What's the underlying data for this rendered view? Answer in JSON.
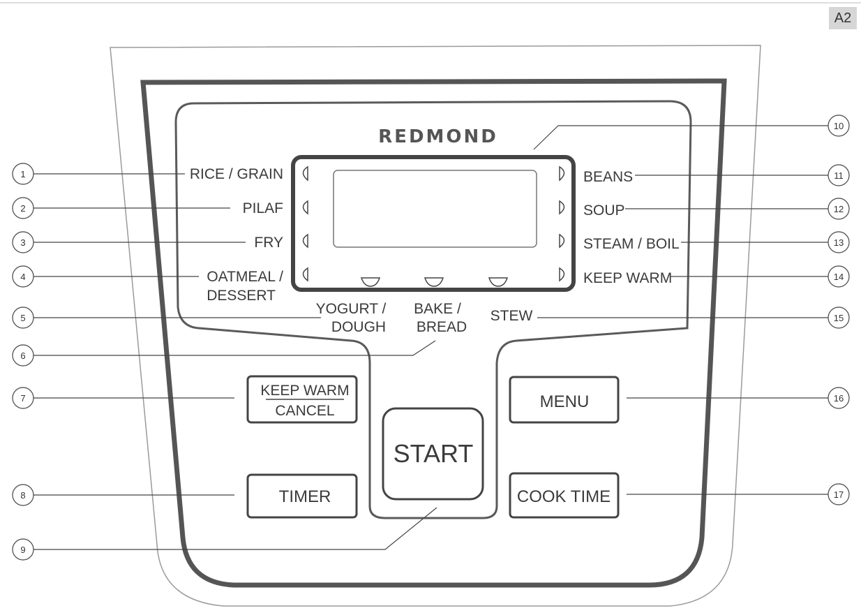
{
  "page_tag": "A2",
  "brand": "REDMOND",
  "programs_left": [
    "RICE / GRAIN",
    "PILAF",
    "FRY",
    "OATMEAL /",
    "DESSERT"
  ],
  "programs_bottom": [
    "YOGURT /",
    "DOUGH",
    "BAKE /",
    "BREAD",
    "STEW"
  ],
  "programs_right": [
    "BEANS",
    "SOUP",
    "STEAM / BOIL",
    "KEEP WARM"
  ],
  "buttons": {
    "keep_warm": "KEEP WARM",
    "cancel": "CANCEL",
    "timer": "TIMER",
    "start": "START",
    "menu": "MENU",
    "cook_time": "COOK TIME"
  },
  "callouts": [
    "1",
    "2",
    "3",
    "4",
    "5",
    "6",
    "7",
    "8",
    "9",
    "10",
    "11",
    "12",
    "13",
    "14",
    "15",
    "16",
    "17"
  ]
}
